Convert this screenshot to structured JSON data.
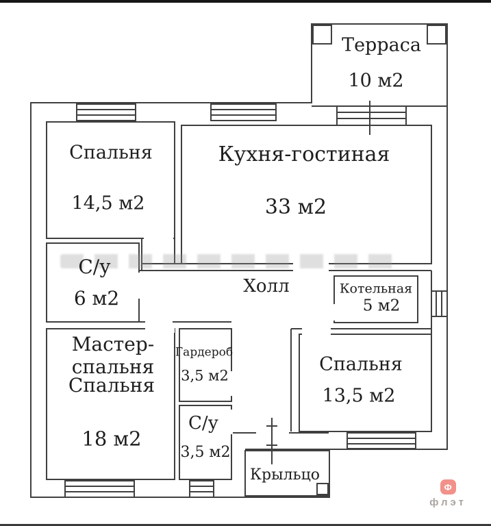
{
  "plan": {
    "title": "floor-plan",
    "rooms": [
      {
        "id": "terrace",
        "name": "Терраса",
        "area": "10 м2"
      },
      {
        "id": "bedroom-top",
        "name": "Спальня",
        "area": "14,5 м2"
      },
      {
        "id": "kitchen-living",
        "name": "Кухня-гостиная",
        "area": "33 м2"
      },
      {
        "id": "bathroom-1",
        "name": "С/у",
        "area": "6 м2"
      },
      {
        "id": "hall",
        "name": "Холл"
      },
      {
        "id": "boiler-room",
        "name": "Котельная",
        "area": "5 м2"
      },
      {
        "id": "master-bedroom",
        "name_line1": "Мастер-",
        "name_line2": "спальня",
        "name_line3": "Спальня",
        "area": "18 м2"
      },
      {
        "id": "wardrobe",
        "name": "Гардероб",
        "area": "3,5 м2"
      },
      {
        "id": "bathroom-2",
        "name": "С/у",
        "area": "3,5 м2"
      },
      {
        "id": "bedroom-right",
        "name": "Спальня",
        "area": "13,5 м2"
      },
      {
        "id": "porch",
        "name": "Крыльцо"
      }
    ],
    "colors": {
      "wall": "#3f3f3f",
      "background": "#ffffff"
    }
  },
  "watermark": {
    "logo_letter": "Ф",
    "logo_text": "флэт",
    "logo_color": "#f2918a",
    "text_color": "#aba49f"
  }
}
